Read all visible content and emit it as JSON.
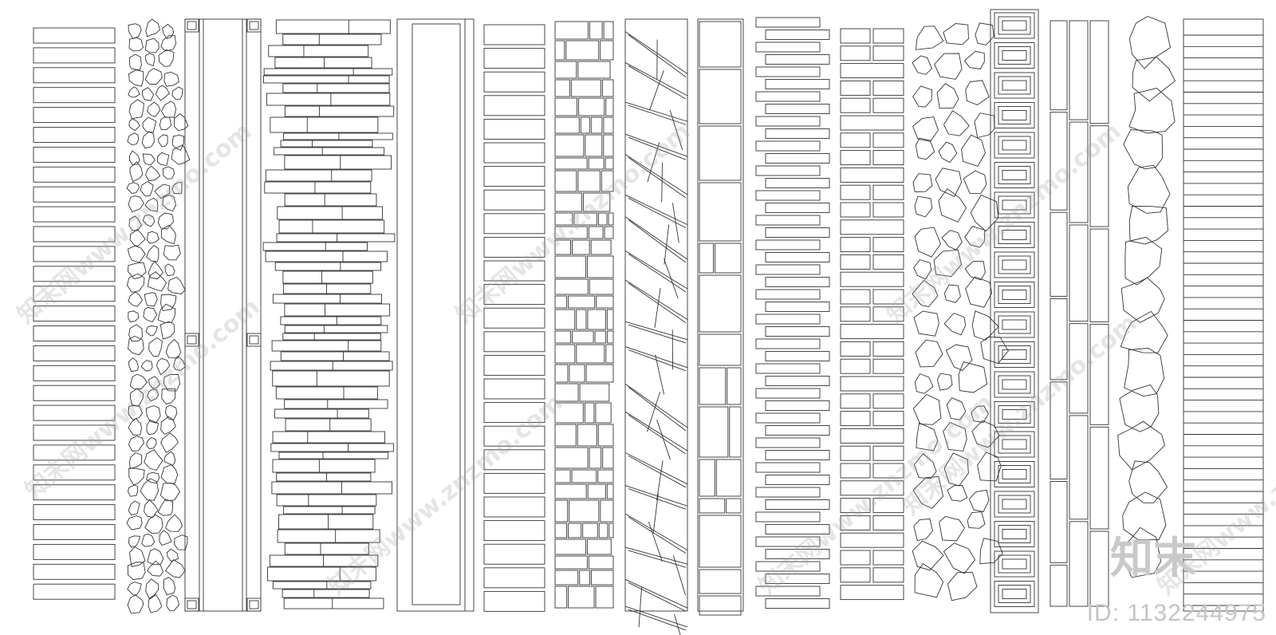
{
  "sheet": {
    "columns": [
      {
        "name": "rect-plank-column",
        "pattern": "planks"
      },
      {
        "name": "pebble-column",
        "pattern": "pebbles"
      },
      {
        "name": "framed-strip-column",
        "pattern": "framed-strip"
      },
      {
        "name": "staggered-slab-column",
        "pattern": "staggered-slabs"
      },
      {
        "name": "double-frame-column",
        "pattern": "double-frame"
      },
      {
        "name": "wide-rect-column",
        "pattern": "wide-rects"
      },
      {
        "name": "ashlar-column",
        "pattern": "ashlar"
      },
      {
        "name": "crazy-pave-column",
        "pattern": "crazy-pave"
      },
      {
        "name": "random-block-column",
        "pattern": "random-blocks"
      },
      {
        "name": "offset-plank-column",
        "pattern": "offset-planks"
      },
      {
        "name": "brick-pair-column",
        "pattern": "brick-pairs"
      },
      {
        "name": "flagstone-column",
        "pattern": "flagstones"
      },
      {
        "name": "framed-tile-column",
        "pattern": "framed-tiles"
      },
      {
        "name": "timber-board-column",
        "pattern": "timber-boards"
      },
      {
        "name": "stepping-stone-column",
        "pattern": "stepping-stones"
      },
      {
        "name": "deck-slat-column",
        "pattern": "deck-slats"
      }
    ]
  },
  "watermark": {
    "text": "知末网www.znzmo.com"
  },
  "logo": {
    "text": "知末"
  },
  "id_label": {
    "text": "ID: 1132244975"
  },
  "colors": {
    "line": "#333333",
    "background": "#ffffff"
  }
}
